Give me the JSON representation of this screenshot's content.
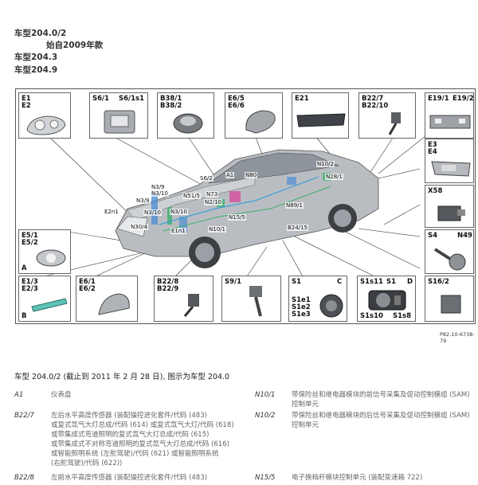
{
  "header": {
    "line1": "车型204.0/2",
    "line2": "始自2009年款",
    "line3": "车型204.3",
    "line4": "车型204.9"
  },
  "diagram": {
    "thumbs": [
      {
        "id": "e1",
        "labels": [
          "E1",
          "E2"
        ],
        "icon": "headlamp-icon"
      },
      {
        "id": "s61",
        "labels": [
          "S6/1",
          "S6/1s1"
        ],
        "icon": "overhead-control-panel-icon"
      },
      {
        "id": "b38",
        "labels": [
          "B38/1",
          "B38/2"
        ],
        "icon": "rain-light-sensor-icon"
      },
      {
        "id": "e65",
        "labels": [
          "E6/5",
          "E6/6"
        ],
        "icon": "side-mirror-icon"
      },
      {
        "id": "e21",
        "labels": [
          "E21"
        ],
        "icon": "high-mount-brake-lamp-icon"
      },
      {
        "id": "b227",
        "labels": [
          "B22/7",
          "B22/10"
        ],
        "icon": "level-sensor-icon"
      },
      {
        "id": "e191",
        "labels": [
          "E19/1",
          "E19/2"
        ],
        "icon": "license-plate-lamp-icon"
      },
      {
        "id": "e3",
        "labels": [
          "E3",
          "E4"
        ],
        "icon": "tail-lamp-icon"
      },
      {
        "id": "x58",
        "labels": [
          "X58"
        ],
        "icon": "connector-icon"
      },
      {
        "id": "s4",
        "labels": [
          "S4",
          "N49"
        ],
        "icon": "combination-switch-icon"
      },
      {
        "id": "s162",
        "labels": [
          "S16/2"
        ],
        "icon": "switch-icon"
      },
      {
        "id": "e51",
        "labels": [
          "E5/1",
          "E5/2",
          "A"
        ],
        "icon": "fog-lamp-icon"
      },
      {
        "id": "e13",
        "labels": [
          "E1/3",
          "E2/3",
          "B"
        ],
        "icon": "led-module-icon"
      },
      {
        "id": "e61",
        "labels": [
          "E6/1",
          "E6/2"
        ],
        "icon": "mirror-lamp-icon"
      },
      {
        "id": "b228",
        "labels": [
          "B22/8",
          "B22/9"
        ],
        "icon": "front-level-sensor-icon"
      },
      {
        "id": "s91",
        "labels": [
          "S9/1"
        ],
        "icon": "brake-light-switch-icon"
      },
      {
        "id": "s1",
        "labels": [
          "S1",
          "C",
          "S1e1",
          "S1e2",
          "S1e3"
        ],
        "icon": "light-switch-icon"
      },
      {
        "id": "s1s11",
        "labels": [
          "S1s11",
          "S1",
          "D",
          "S1s10",
          "S1s8"
        ],
        "icon": "light-switch-rotary-icon"
      }
    ],
    "car_labels": [
      "S6/2",
      "A1",
      "N80",
      "N10/2",
      "N28/1",
      "N3/9",
      "N3/10",
      "N51/5",
      "N73",
      "N2/10",
      "N3/9",
      "E2n1",
      "N3/10",
      "N3/10",
      "N15/5",
      "N89/1",
      "N30/4",
      "E1n1",
      "N10/1",
      "B24/15"
    ],
    "caption": "P82.10-6738-79"
  },
  "section": {
    "title": "车型 204.0/2 (截止到 2011 年 2 月 28 日), 图示为车型 204.0"
  },
  "items": [
    {
      "code": "A1",
      "desc": [
        "仪表盘"
      ]
    },
    {
      "code": "B22/7",
      "desc": [
        "左后水平高度传感器 (装配操控进化套件/代码 (483)",
        "或复式氙气大灯总成/代码 (614) 或复式氙气大灯/代码 (618)",
        "或带集成式弯道照明的复式氙气大灯总成/代码 (615)",
        "或带集成式不对称弯道照明的复式氙气大灯总成/代码 (616)",
        "或智能照明系统 (左舵驾驶)/代码 (621) 或智能照明系统",
        "(右舵驾驶)/代码 (622))"
      ]
    },
    {
      "code": "B22/8",
      "desc": [
        "左前水平高度传感器 (装配操控进化套件/代码 (483)"
      ]
    },
    {
      "code": "N10/1",
      "desc": [
        "带保险丝和继电器模块的前信号采集及促动控制模组 (SAM)",
        "控制单元"
      ]
    },
    {
      "code": "N10/2",
      "desc": [
        "带保险丝和继电器模块的后信号采集及促动控制模组 (SAM)",
        "控制单元"
      ]
    },
    {
      "code": "N15/5",
      "desc": [
        "电子换档杆模块控制单元 (装配变速箱 722)"
      ]
    }
  ]
}
